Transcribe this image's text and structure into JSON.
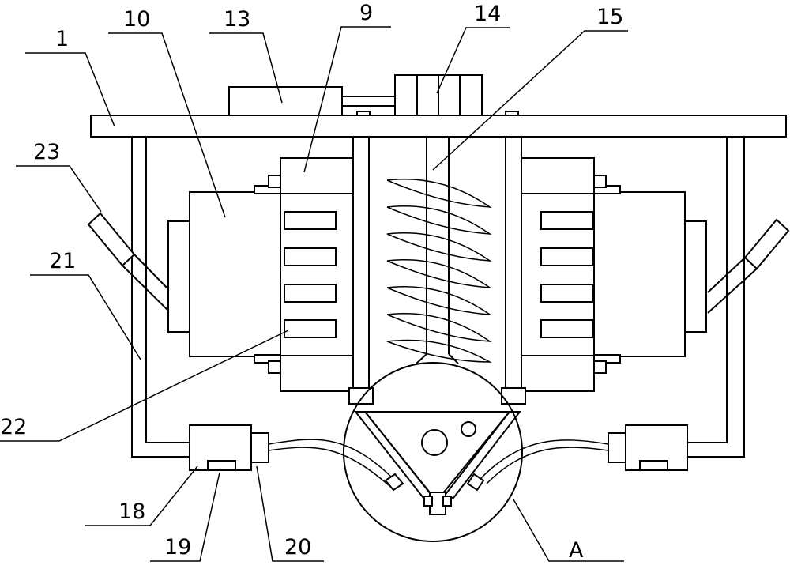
{
  "labels": {
    "l1": "1",
    "l9": "9",
    "l10": "10",
    "l13": "13",
    "l14": "14",
    "l15": "15",
    "l18": "18",
    "l19": "19",
    "l20": "20",
    "l21": "21",
    "l22": "22",
    "l23": "23",
    "lA": "A"
  },
  "colors": {
    "stroke": "#000000",
    "background": "#ffffff"
  }
}
